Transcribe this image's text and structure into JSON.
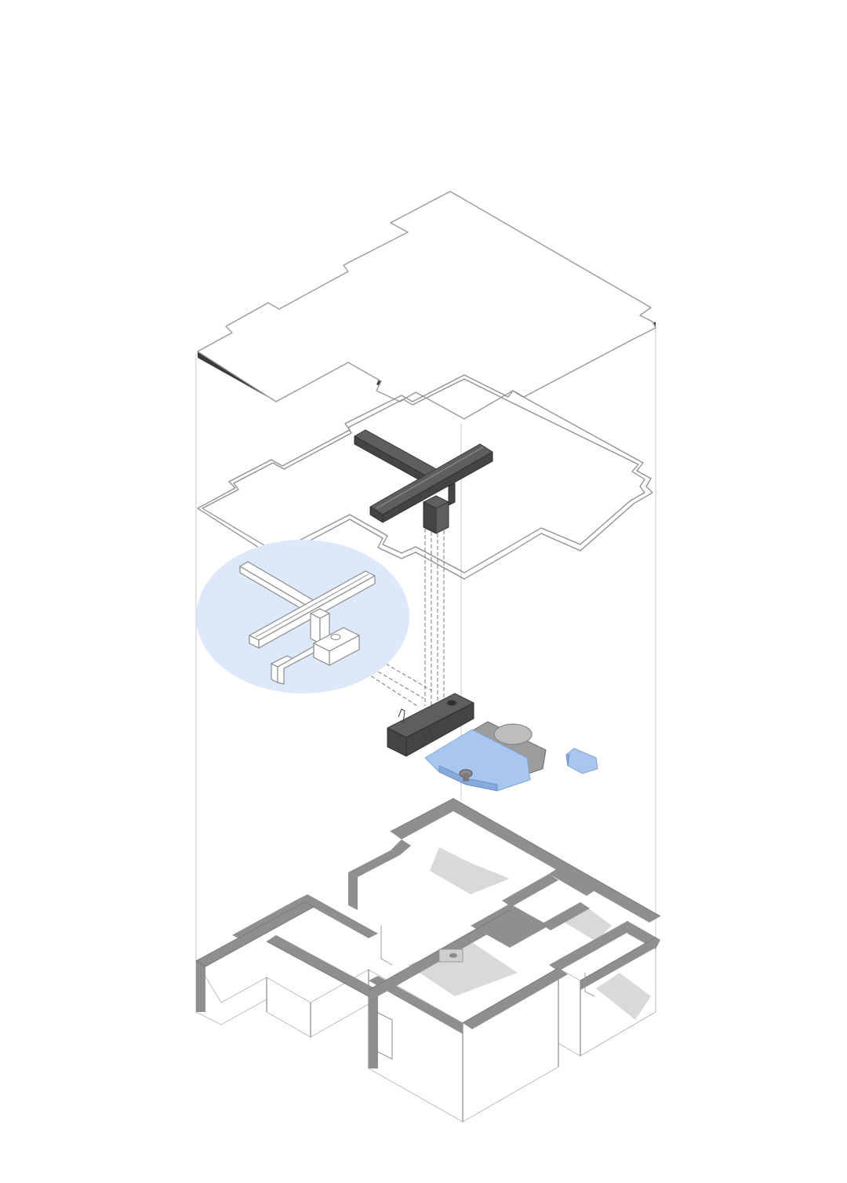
{
  "diagram": {
    "type": "exploded-axonometric",
    "layers": [
      {
        "name": "roof-slab"
      },
      {
        "name": "ceiling-outline"
      },
      {
        "name": "ceiling-beam-structure"
      },
      {
        "name": "detail-callout"
      },
      {
        "name": "furniture-kitchen-island"
      },
      {
        "name": "floor-plan-walls"
      }
    ],
    "colors": {
      "background": "#ffffff",
      "slab_edge": "#3a3a3a",
      "beam": "#5e5e5e",
      "highlight_blue": "#a9c6ef",
      "callout_bubble": "#dde9fb",
      "wall_cut": "#8f8f8f"
    }
  }
}
